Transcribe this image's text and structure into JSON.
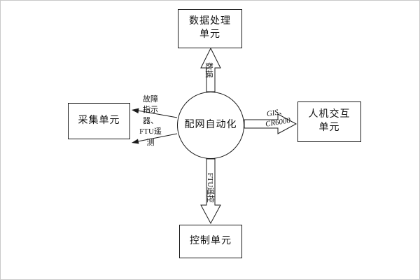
{
  "diagram": {
    "center_label": "配网自动化",
    "boxes": {
      "top": "数据处理\n单元",
      "left": "采集单元",
      "right": "人机交互\n单元",
      "bottom": "控制单元"
    },
    "arrow_labels": {
      "top": "数据",
      "left": "故障\n指示\n器、\nFTU遥\n测",
      "right": "GIS、\nCR6000",
      "bottom": "FTU遥控"
    }
  }
}
